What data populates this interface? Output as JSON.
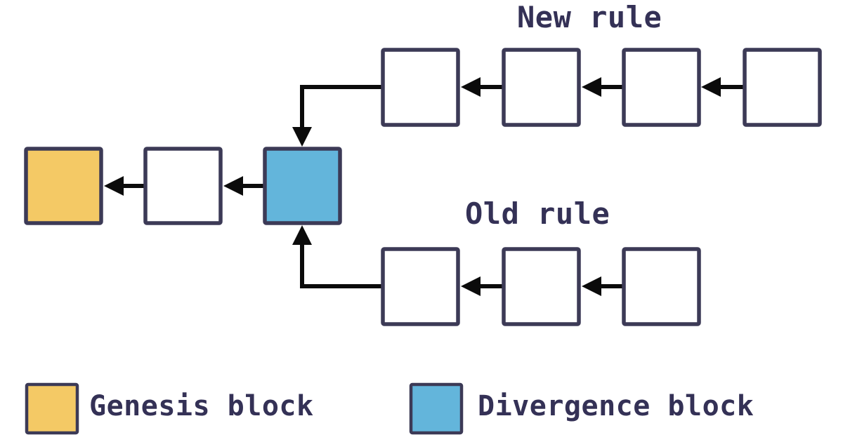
{
  "diagram": {
    "type": "blockchain-fork-diagram",
    "new_rule_label": "New rule",
    "old_rule_label": "Old rule",
    "chains": {
      "main_block_count": 3,
      "new_rule_block_count": 4,
      "old_rule_block_count": 3
    },
    "colors": {
      "genesis_fill": "#F4C965",
      "divergence_fill": "#63B5DB",
      "block_fill": "#FFFFFF",
      "block_border": "#3C3A56",
      "arrow": "#0B0B0B",
      "label_text": "#343156"
    }
  },
  "legend": {
    "items": [
      {
        "label": "Genesis block",
        "color": "#F4C965"
      },
      {
        "label": "Divergence block",
        "color": "#63B5DB"
      }
    ]
  }
}
